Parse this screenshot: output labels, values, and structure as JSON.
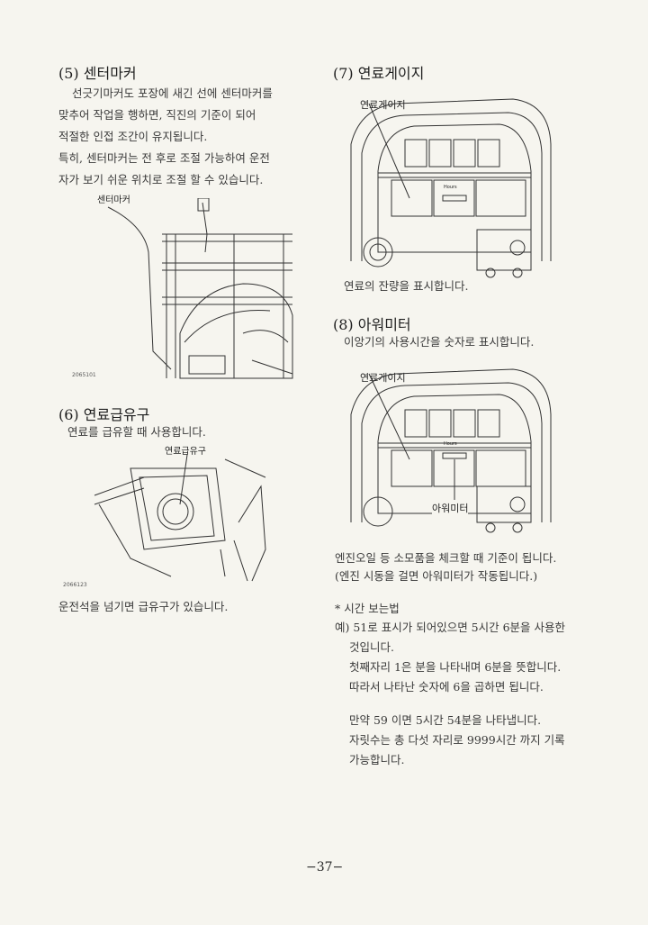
{
  "left": {
    "section5": {
      "title": "(5) 센터마커",
      "lines": [
        "선긋기마커도 포장에 새긴 선에 센터마커를",
        "맞추어 작업을 행하면, 직진의 기준이 되어",
        "적절한 인접 조간이 유지됩니다.",
        "특히, 센터마커는 전 후로 조절 가능하여 운전",
        "자가 보기 쉬운 위치로 조절 할 수 있습니다."
      ],
      "figure_label": "센터마커",
      "figure_code": "2065101"
    },
    "section6": {
      "title": "(6) 연료급유구",
      "lines": [
        "연료를 급유할 때 사용합니다."
      ],
      "figure_label": "연료급유구",
      "figure_code": "2066123",
      "caption": "운전석을 넘기면 급유구가 있습니다."
    }
  },
  "right": {
    "section7": {
      "title": "(7) 연료게이지",
      "figure_label": "연료게이지",
      "panel_text": "Hours",
      "lines": [
        "연료의 잔량을 표시합니다."
      ]
    },
    "section8": {
      "title": "(8) 아워미터",
      "lines": [
        "이앙기의 사용시간을 숫자로 표시합니다."
      ],
      "figure_label_top": "연료게이지",
      "figure_label_bottom": "아워미터",
      "panel_text": "Hours",
      "after_lines": [
        "엔진오일 등 소모품을 체크할 때 기준이 됩니다.",
        "(엔진 시동을 걸면 아워미터가 작동됩니다.)"
      ],
      "howto_title": "* 시간 보는법",
      "howto_lines": [
        "예) 51로 표시가 되어있으면 5시간 6분을 사용한",
        "것입니다.",
        "첫째자리 1은 분을 나타내며 6분을 뜻합니다.",
        "따라서 나타난 숫자에 6을 곱하면 됩니다.",
        "만약 59 이면 5시간 54분을 나타냅니다.",
        "자릿수는 총 다섯 자리로 9999시간 까지 기록",
        "가능합니다."
      ]
    }
  },
  "footer": {
    "page_number": "−37−"
  }
}
